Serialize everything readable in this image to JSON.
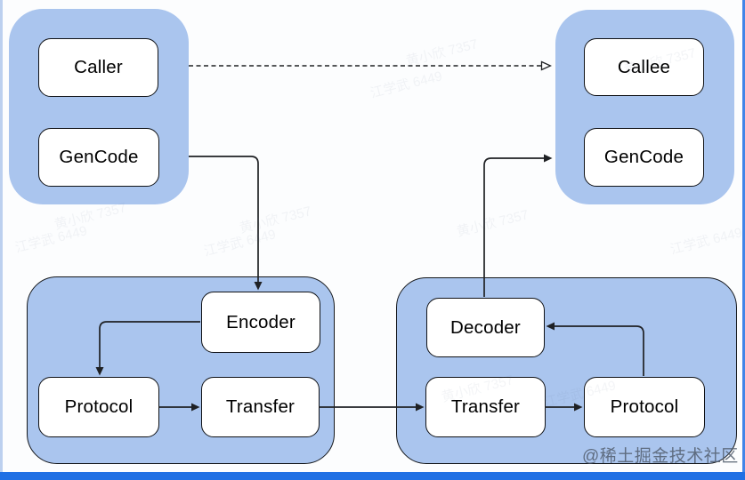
{
  "diagram": {
    "groups": [
      {
        "id": "client",
        "boxes": [
          {
            "label": "Caller"
          },
          {
            "label": "GenCode"
          }
        ]
      },
      {
        "id": "server",
        "boxes": [
          {
            "label": "Callee"
          },
          {
            "label": "GenCode"
          }
        ]
      },
      {
        "id": "encode",
        "boxes": [
          {
            "label": "Encoder"
          },
          {
            "label": "Protocol"
          },
          {
            "label": "Transfer"
          }
        ]
      },
      {
        "id": "decode",
        "boxes": [
          {
            "label": "Decoder"
          },
          {
            "label": "Transfer"
          },
          {
            "label": "Protocol"
          }
        ]
      }
    ]
  },
  "watermarks": {
    "community": "@稀土掘金技术社区",
    "faint": [
      "江学武 6449",
      "黄小欣 7357"
    ]
  },
  "colors": {
    "group_fill": "#aac5ee",
    "box_fill": "#ffffff",
    "line": "#1f2124",
    "accent_bar": "#2070e4",
    "left_stripe": "#bcd0ef"
  }
}
